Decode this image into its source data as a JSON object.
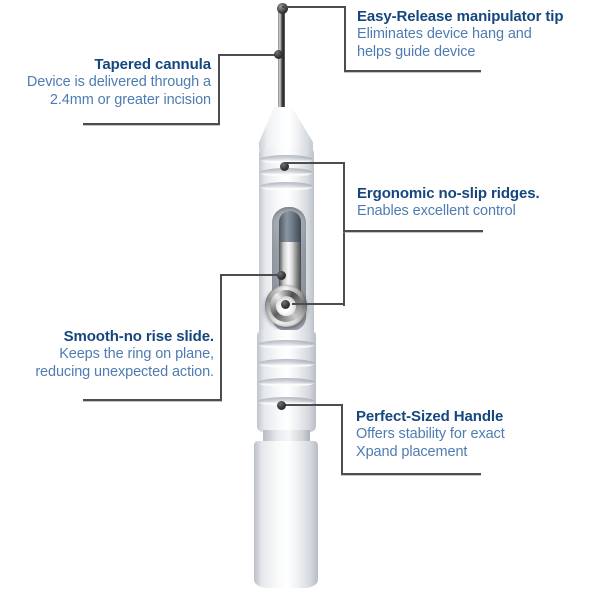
{
  "colors": {
    "heading": "#15467e",
    "body": "#4e7cb2",
    "line": "#4d4d4d"
  },
  "callouts": {
    "manipulator_tip": {
      "title": "Easy-Release manipulator tip",
      "line1": "Eliminates device hang and",
      "line2": "helps guide device"
    },
    "tapered_cannula": {
      "title": "Tapered cannula",
      "line1": "Device is delivered through a",
      "line2": "2.4mm or greater incision"
    },
    "ridges": {
      "title": "Ergonomic no-slip ridges.",
      "line1": "Enables excellent control"
    },
    "slide": {
      "title": "Smooth-no rise slide.",
      "line1": "Keeps the ring on plane,",
      "line2": "reducing unexpected action."
    },
    "handle": {
      "title": "Perfect-Sized Handle",
      "line1": "Offers stability for exact",
      "line2": "Xpand placement"
    }
  }
}
